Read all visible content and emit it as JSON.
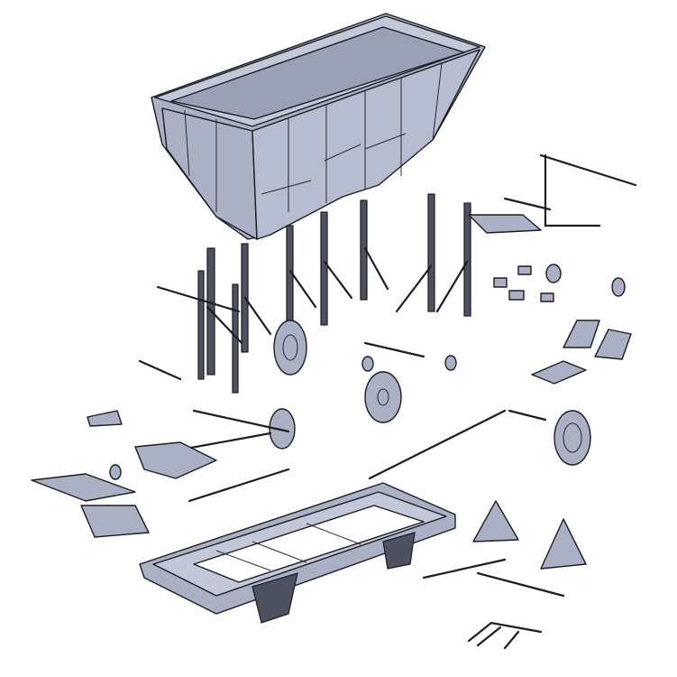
{
  "colors": {
    "part_fill": "#aab1c5",
    "part_shade": "#8c93a8",
    "part_dark": "#4d5160",
    "outline": "#1c1c22",
    "background": "#ffffff"
  },
  "icons": [
    "hopper-body",
    "chassis-frame",
    "brake-wheel",
    "spoked-wheel",
    "support-bracket",
    "brake-rod",
    "buffer",
    "platform-plate"
  ]
}
